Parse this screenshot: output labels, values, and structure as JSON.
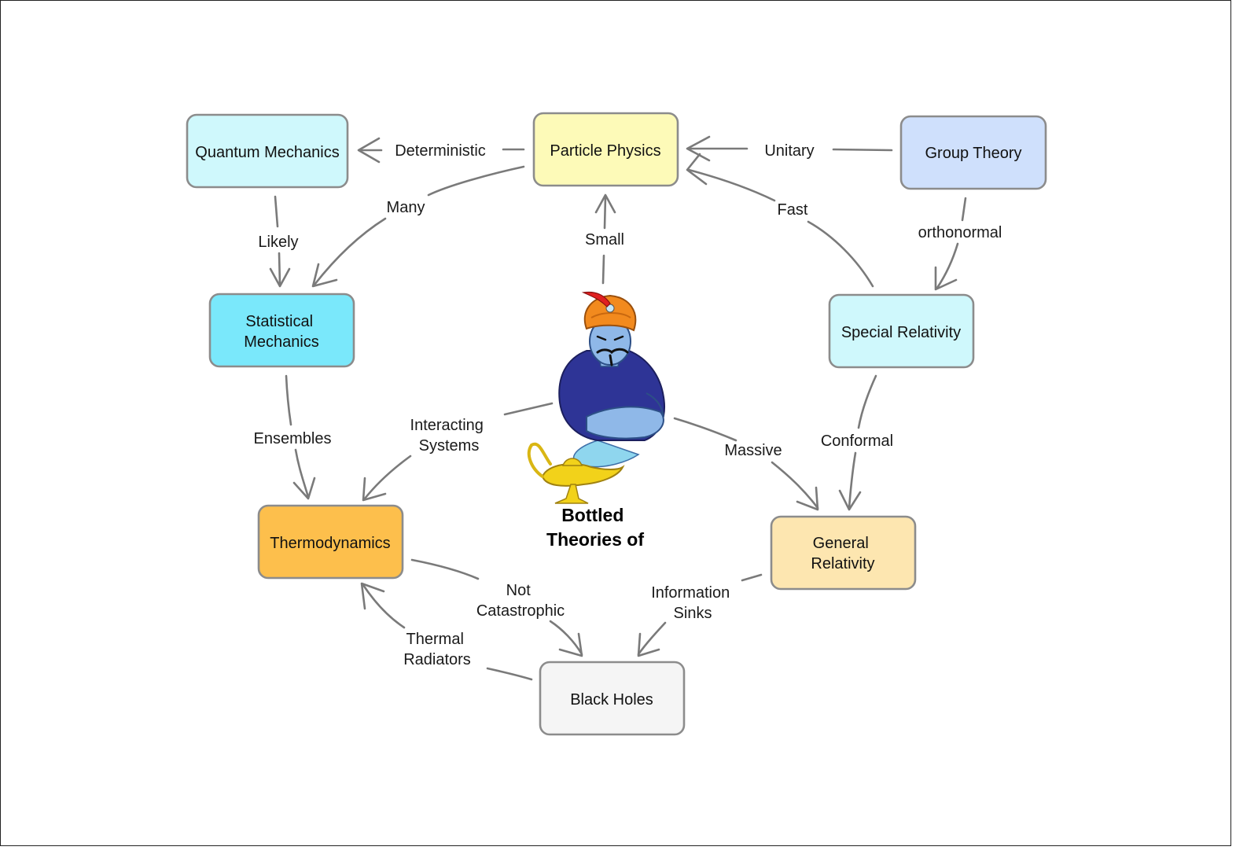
{
  "caption": [
    "Bottled",
    "Theories of"
  ],
  "nodes": {
    "quantum_mechanics": {
      "label": [
        "Quantum Mechanics"
      ],
      "color": "#cff8fc"
    },
    "particle_physics": {
      "label": [
        "Particle Physics"
      ],
      "color": "#fdfab8"
    },
    "group_theory": {
      "label": [
        "Group Theory"
      ],
      "color": "#cfe0fc"
    },
    "statistical_mechanics": {
      "label": [
        "Statistical",
        "Mechanics"
      ],
      "color": "#7ae8fb"
    },
    "special_relativity": {
      "label": [
        "Special Relativity"
      ],
      "color": "#cff8fc"
    },
    "thermodynamics": {
      "label": [
        "Thermodynamics"
      ],
      "color": "#fdbf4c"
    },
    "general_relativity": {
      "label": [
        "General",
        "Relativity"
      ],
      "color": "#fde6b0"
    },
    "black_holes": {
      "label": [
        "Black Holes"
      ],
      "color": "#f5f5f5"
    }
  },
  "edges": {
    "deterministic": {
      "label": [
        "Deterministic"
      ],
      "from": "Particle Physics",
      "to": "Quantum Mechanics"
    },
    "unitary": {
      "label": [
        "Unitary"
      ],
      "from": "Group Theory",
      "to": "Particle Physics"
    },
    "many": {
      "label": [
        "Many"
      ],
      "from": "Particle Physics",
      "to": "Statistical Mechanics"
    },
    "small": {
      "label": [
        "Small"
      ],
      "from": "Genie",
      "to": "Particle Physics"
    },
    "fast": {
      "label": [
        "Fast"
      ],
      "from": "Special Relativity",
      "to": "Particle Physics"
    },
    "orthonormal": {
      "label": [
        "orthonormal"
      ],
      "from": "Group Theory",
      "to": "Special Relativity"
    },
    "likely": {
      "label": [
        "Likely"
      ],
      "from": "Quantum Mechanics",
      "to": "Statistical Mechanics"
    },
    "ensembles": {
      "label": [
        "Ensembles"
      ],
      "from": "Statistical Mechanics",
      "to": "Thermodynamics"
    },
    "interacting": {
      "label": [
        "Interacting",
        "Systems"
      ],
      "from": "Genie",
      "to": "Thermodynamics"
    },
    "massive": {
      "label": [
        "Massive"
      ],
      "from": "Genie",
      "to": "General Relativity"
    },
    "conformal": {
      "label": [
        "Conformal"
      ],
      "from": "Special Relativity",
      "to": "General Relativity"
    },
    "not_catastrophic": {
      "label": [
        "Not",
        "Catastrophic"
      ],
      "from": "Thermodynamics",
      "to": "Black Holes"
    },
    "information_sinks": {
      "label": [
        "Information",
        "Sinks"
      ],
      "from": "General Relativity",
      "to": "Black Holes"
    },
    "thermal_radiators": {
      "label": [
        "Thermal",
        "Radiators"
      ],
      "from": "Black Holes",
      "to": "Thermodynamics"
    }
  },
  "illustration": {
    "name": "genie-with-lamp",
    "turban_color": "#f28a1e",
    "feather_color": "#e02020",
    "robe_color": "#2e3496",
    "skin_color": "#8fb8e8",
    "lamp_color": "#f2d21a"
  }
}
